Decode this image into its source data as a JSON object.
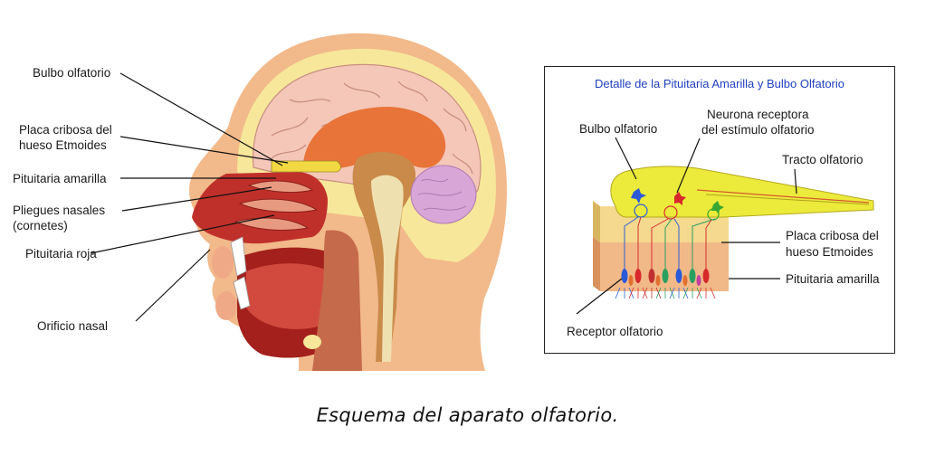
{
  "head_labels": {
    "bulbo": "Bulbo olfatorio",
    "placa_1": "Placa cribosa del",
    "placa_2": "hueso Etmoides",
    "pituitaria_amarilla": "Pituitaria amarilla",
    "pliegues_1": "Pliegues nasales",
    "pliegues_2": "(cornetes)",
    "pituitaria_roja": "Pituitaria roja",
    "orificio": "Orificio nasal"
  },
  "detail_panel": {
    "title": "Detalle de la Pituitaria Amarilla y Bulbo Olfatorio",
    "bulbo": "Bulbo olfatorio",
    "neurona_1": "Neurona receptora",
    "neurona_2": "del estímulo olfatorio",
    "tracto": "Tracto olfatorio",
    "placa_1": "Placa cribosa del",
    "placa_2": "hueso Etmoides",
    "pituitaria": "Pituitaria amarilla",
    "receptor": "Receptor olfatorio"
  },
  "caption": "Esquema del aparato olfatorio.",
  "colors": {
    "skin": "#f2b98a",
    "skull_yellow": "#f7e79a",
    "brain_pink": "#f4c7b8",
    "cerebrum_orange": "#e8743a",
    "cerebellum_purple": "#d9a6d8",
    "nasal_red": "#c0302a",
    "bulb_yellow": "#e8e12a",
    "title_blue": "#1f3fbf"
  }
}
